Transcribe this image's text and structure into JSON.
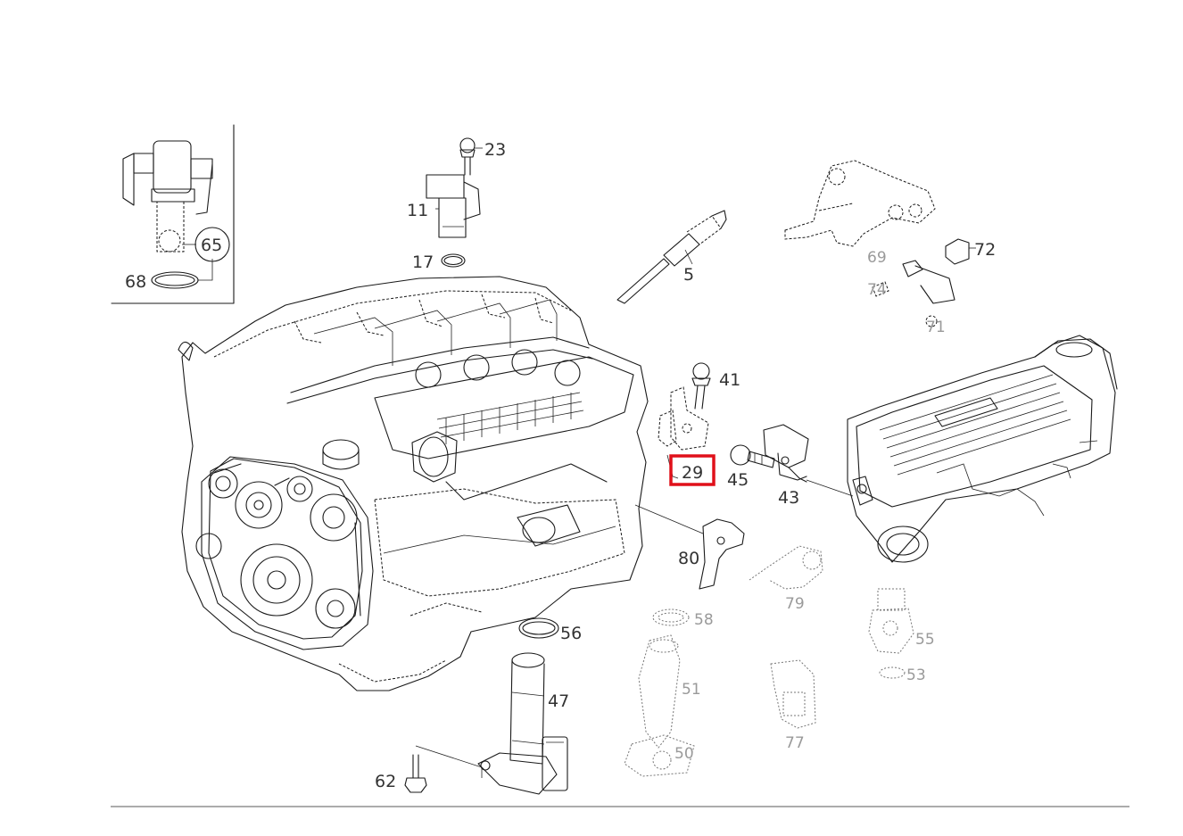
{
  "callouts": {
    "c23": "23",
    "c11": "11",
    "c17": "17",
    "c5": "5",
    "c65": "65",
    "c68": "68",
    "c72": "72",
    "c69": "69",
    "c74": "74",
    "c71": "71",
    "c41": "41",
    "c29": "29",
    "c45": "45",
    "c43": "43",
    "c80": "80",
    "c79": "79",
    "c56": "56",
    "c47": "47",
    "c62": "62",
    "c58": "58",
    "c51": "51",
    "c53": "53",
    "c50": "50",
    "c55": "55",
    "c77": "77"
  },
  "highlight": {
    "label": "29",
    "color": "#e0101a"
  }
}
